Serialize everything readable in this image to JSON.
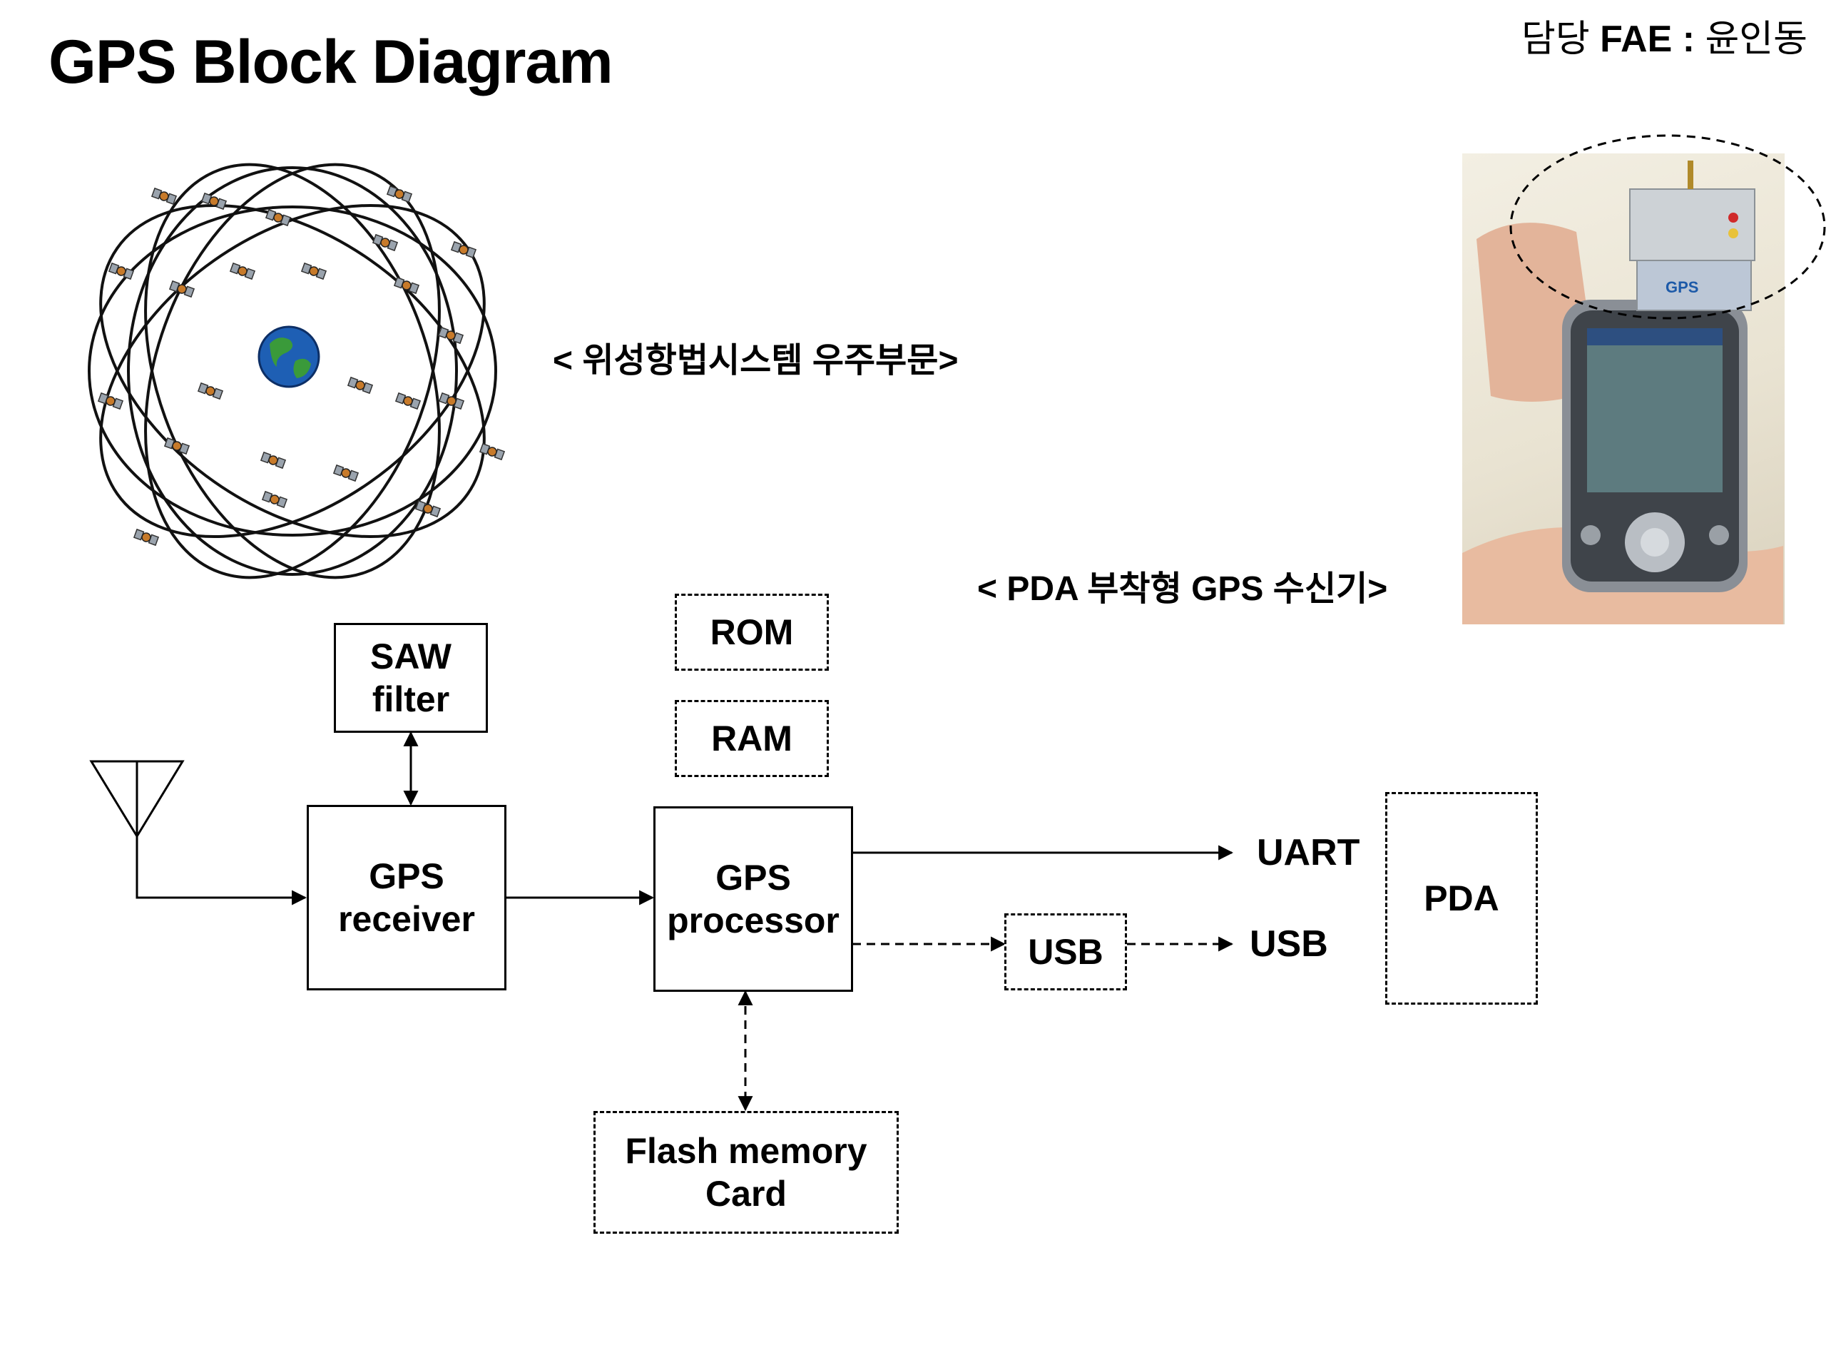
{
  "title": "GPS Block Diagram",
  "fae": {
    "prefix": "담당 ",
    "label": "FAE : ",
    "name": "윤인동"
  },
  "captions": {
    "space_segment": "< 위성항법시스템 우주부문>",
    "pda_receiver": "< PDA 부착형 GPS 수신기>"
  },
  "photo": {
    "device_logo": "GPS"
  },
  "blocks": {
    "saw_filter": "SAW\nfilter",
    "gps_receiver": "GPS\nreceiver",
    "gps_processor": "GPS\nprocessor",
    "rom": "ROM",
    "ram": "RAM",
    "usb_box": "USB",
    "flash_card": "Flash memory\nCard",
    "pda": "PDA"
  },
  "outputs": {
    "uart": "UART",
    "usb": "USB"
  },
  "colors": {
    "earth_ocean": "#1e5fb4",
    "earth_land": "#3a9a3a",
    "satellite": "#c77a2a"
  }
}
